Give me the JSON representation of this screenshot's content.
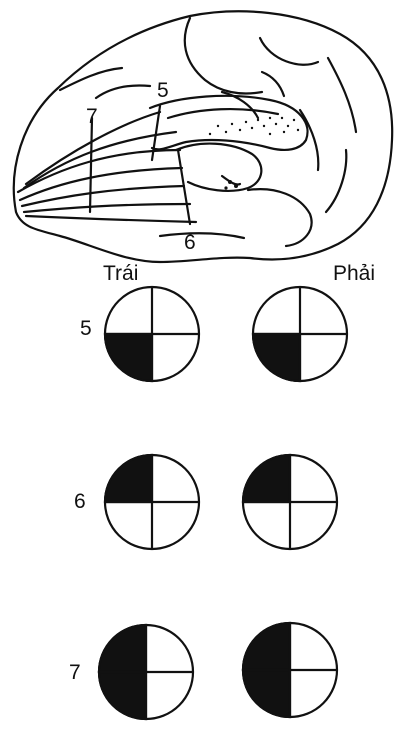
{
  "brain": {
    "label_5": "5",
    "label_6": "6",
    "label_7": "7"
  },
  "columns": {
    "left": "Trái",
    "right": "Phải"
  },
  "rows": [
    {
      "label": "5",
      "left_filled_quadrants": [
        "lower-left"
      ],
      "right_filled_quadrants": [
        "lower-left"
      ]
    },
    {
      "label": "6",
      "left_filled_quadrants": [
        "upper-left"
      ],
      "right_filled_quadrants": [
        "upper-left"
      ]
    },
    {
      "label": "7",
      "left_filled_quadrants": [
        "upper-left",
        "lower-left"
      ],
      "right_filled_quadrants": [
        "upper-left",
        "lower-left"
      ]
    }
  ],
  "colors": {
    "ink": "#111111",
    "paper": "#ffffff"
  }
}
